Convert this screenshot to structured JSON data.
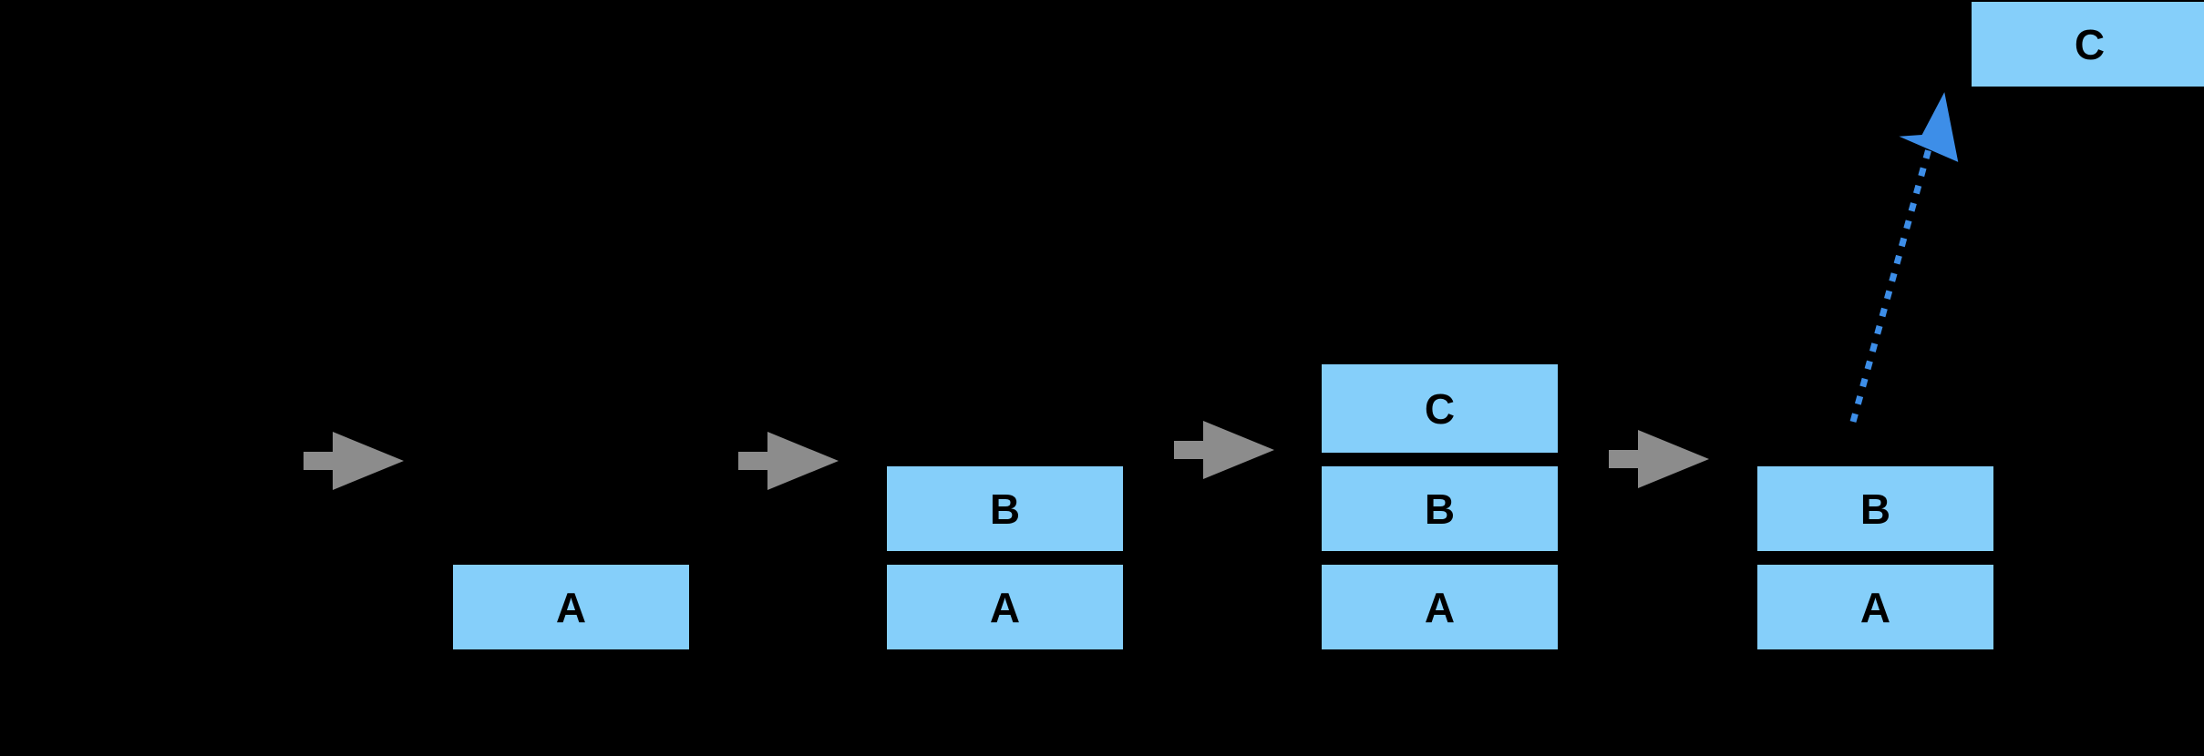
{
  "diagram": {
    "title": "stack-operations-sequence",
    "type": "stack-diagram",
    "background_color": "#000000",
    "box_fill_color": "#85CFFA",
    "box_text_color": "#000000",
    "arrow_gray_color": "#8C8C8C",
    "arrow_blue_color": "#3D8EE8",
    "steps": [
      {
        "name": "step-empty",
        "items": []
      },
      {
        "name": "step-push-a",
        "items": [
          "A"
        ]
      },
      {
        "name": "step-push-b",
        "items": [
          "B",
          "A"
        ]
      },
      {
        "name": "step-push-c",
        "items": [
          "C",
          "B",
          "A"
        ]
      },
      {
        "name": "step-pop-c",
        "items": [
          "B",
          "A"
        ]
      }
    ],
    "popped": {
      "label": "C",
      "name": "popped-element"
    },
    "transitions": [
      {
        "name": "transition-arrow-1",
        "label": ""
      },
      {
        "name": "transition-arrow-2",
        "label": ""
      },
      {
        "name": "transition-arrow-3",
        "label": ""
      },
      {
        "name": "transition-arrow-4",
        "label": ""
      }
    ],
    "pop_arrow": {
      "name": "pop-arrow",
      "style": "dotted",
      "direction": "up-right",
      "label": ""
    },
    "labels": {
      "stack1_boxes": [],
      "stack2_boxes": [
        "A"
      ],
      "stack3_boxes": [
        "B",
        "A"
      ],
      "stack4_boxes": [
        "C",
        "B",
        "A"
      ],
      "stack5_boxes": [
        "B",
        "A"
      ]
    }
  }
}
